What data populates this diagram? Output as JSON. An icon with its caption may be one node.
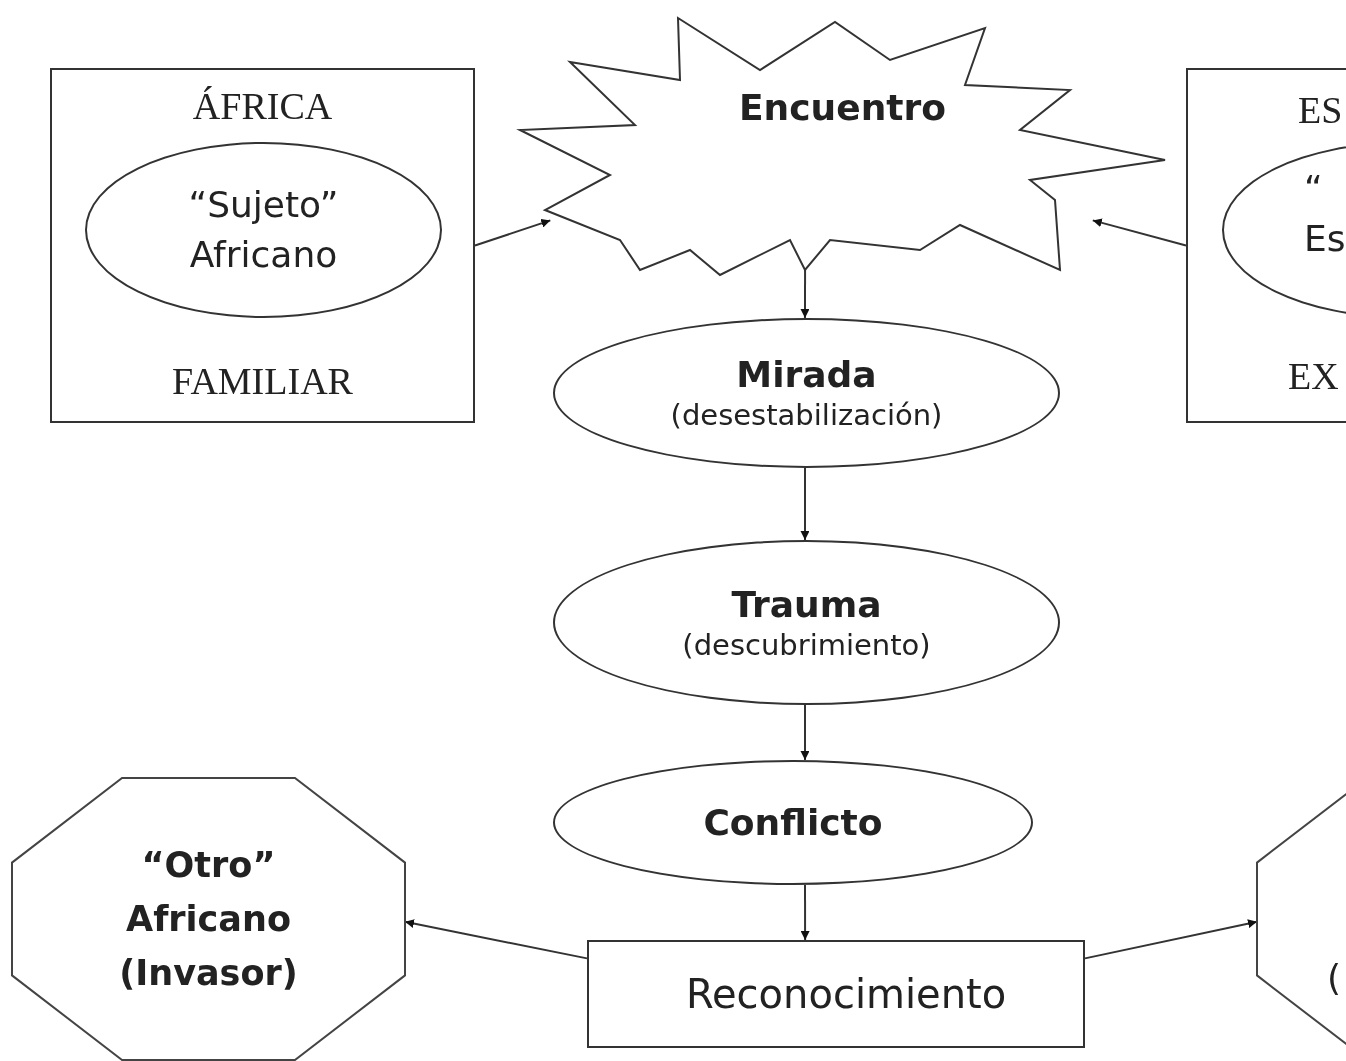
{
  "diagram": {
    "nodes": [
      {
        "text": [
          "ÁFRICA",
          "FAMILIAR"
        ]
      },
      {
        "text": [
          "“Sujeto” Africano"
        ],
        "in": 0
      },
      {
        "text": [
          "Encuentro"
        ]
      },
      {
        "text": [
          "ES",
          "EX"
        ]
      },
      {
        "text": [
          "“ Es"
        ],
        "in": 3
      },
      {
        "text": [
          "Mirada",
          "(desestabilización)"
        ]
      },
      {
        "text": [
          "Trauma",
          "(descubrimiento)"
        ]
      },
      {
        "text": [
          "Conflicto"
        ]
      },
      {
        "text": [
          "“Otro” Africano (Invasor)"
        ]
      },
      {
        "text": [
          "Reconocimiento"
        ]
      },
      {
        "text": [
          "("
        ]
      }
    ],
    "edges": [
      {
        "from": 0,
        "to": 2,
        "arrow": "to"
      },
      {
        "from": 3,
        "to": 2,
        "arrow": "to"
      },
      {
        "from": 2,
        "to": 5,
        "arrow": "to"
      },
      {
        "from": 5,
        "to": 6,
        "arrow": "to"
      },
      {
        "from": 6,
        "to": 7,
        "arrow": "to"
      },
      {
        "from": 7,
        "to": 9,
        "arrow": "to"
      },
      {
        "from": 9,
        "to": 8,
        "arrow": "to"
      },
      {
        "from": 9,
        "to": 10,
        "arrow": "to"
      }
    ]
  }
}
